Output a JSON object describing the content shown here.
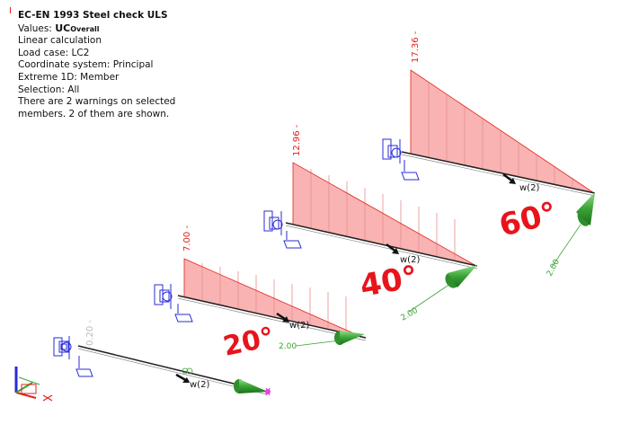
{
  "info_panel": {
    "title": "EC-EN  1993 Steel check ULS",
    "values_label": "Values: ",
    "values_uc": "UC",
    "values_sub": "Overall",
    "line1": "Linear calculation",
    "line2": "Load case: LC2",
    "line3": "Coordinate system: Principal",
    "line4": "Extreme 1D: Member",
    "line5": "Selection: All",
    "line6": "There are 2 warnings on selected",
    "line7": "members. 2 of them are shown."
  },
  "members": [
    {
      "value_label": "0.20 -",
      "warning_label": "w(2)",
      "dim_label": "",
      "angle_label": ""
    },
    {
      "value_label": "7.00 -",
      "warning_label": "w(2)",
      "dim_label": "2.00",
      "angle_label": "20°"
    },
    {
      "value_label": "12.96 -",
      "warning_label": "w(2)",
      "dim_label": "2.00",
      "angle_label": "40°"
    },
    {
      "value_label": "17.36 -",
      "warning_label": "w(2)",
      "dim_label": "2.00",
      "angle_label": "60°"
    }
  ],
  "colors": {
    "diagram_fill": "#f9b3b3",
    "diagram_edge": "#e2231a",
    "support": "#2a2bd6",
    "load_arrow": "#3aa336",
    "annotation": "#e8141c",
    "faint_value": "#bbbbbb"
  }
}
